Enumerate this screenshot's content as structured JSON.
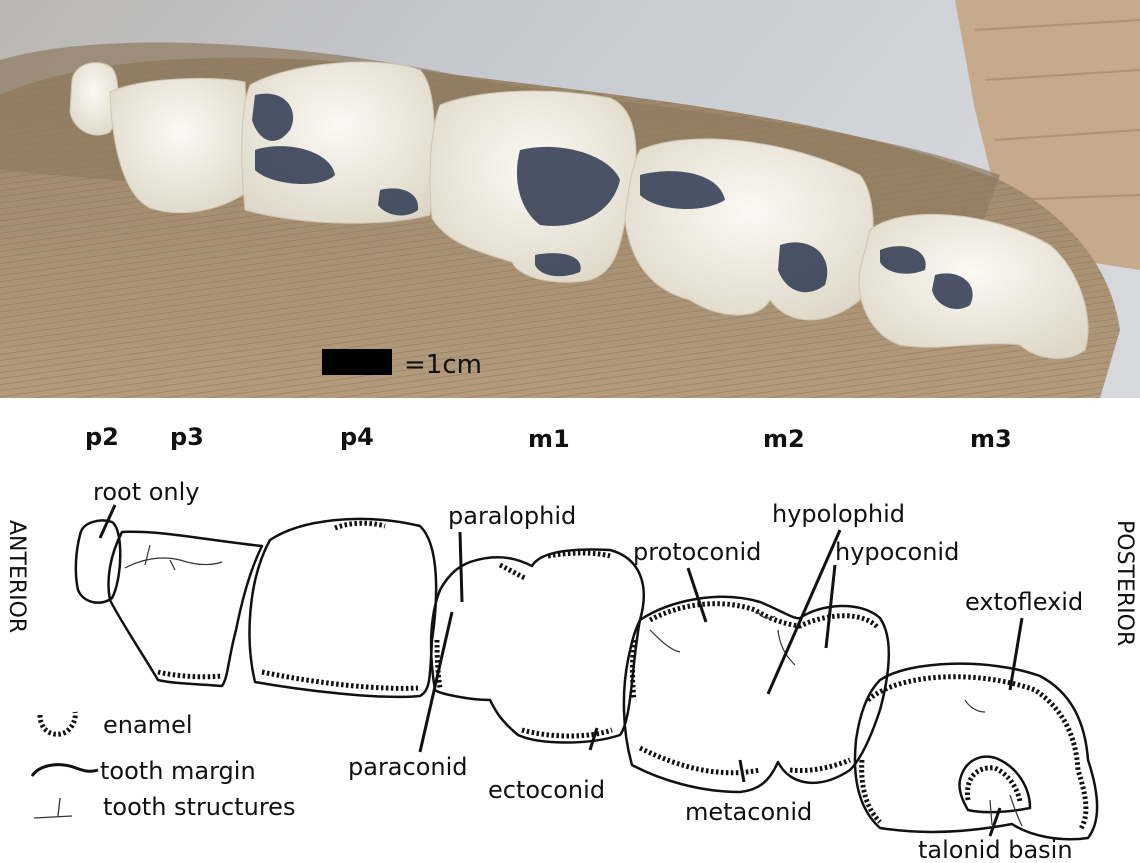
{
  "scale": {
    "label": "=1cm"
  },
  "teeth": [
    {
      "key": "p2",
      "label": "p2"
    },
    {
      "key": "p3",
      "label": "p3"
    },
    {
      "key": "p4",
      "label": "p4"
    },
    {
      "key": "m1",
      "label": "m1"
    },
    {
      "key": "m2",
      "label": "m2"
    },
    {
      "key": "m3",
      "label": "m3"
    }
  ],
  "orientation": {
    "anterior": "ANTERIOR",
    "posterior": "POSTERIOR"
  },
  "structures": {
    "root_only": "root only",
    "paralophid": "paralophid",
    "paraconid": "paraconid",
    "ectoconid": "ectoconid",
    "protoconid": "protoconid",
    "hypolophid": "hypolophid",
    "hypoconid": "hypoconid",
    "metaconid": "metaconid",
    "extoflexid": "extoflexid",
    "talonid_basin": "talonid basin"
  },
  "legend": {
    "enamel": "enamel",
    "tooth_margin": "tooth margin",
    "tooth_structures": "tooth structures"
  },
  "colors": {
    "ink": "#111111",
    "bone_tan": "#a08868",
    "tooth_white": "#f2efe6",
    "stain_blue": "#2d3850",
    "background_gray": "#c4c7cd"
  }
}
